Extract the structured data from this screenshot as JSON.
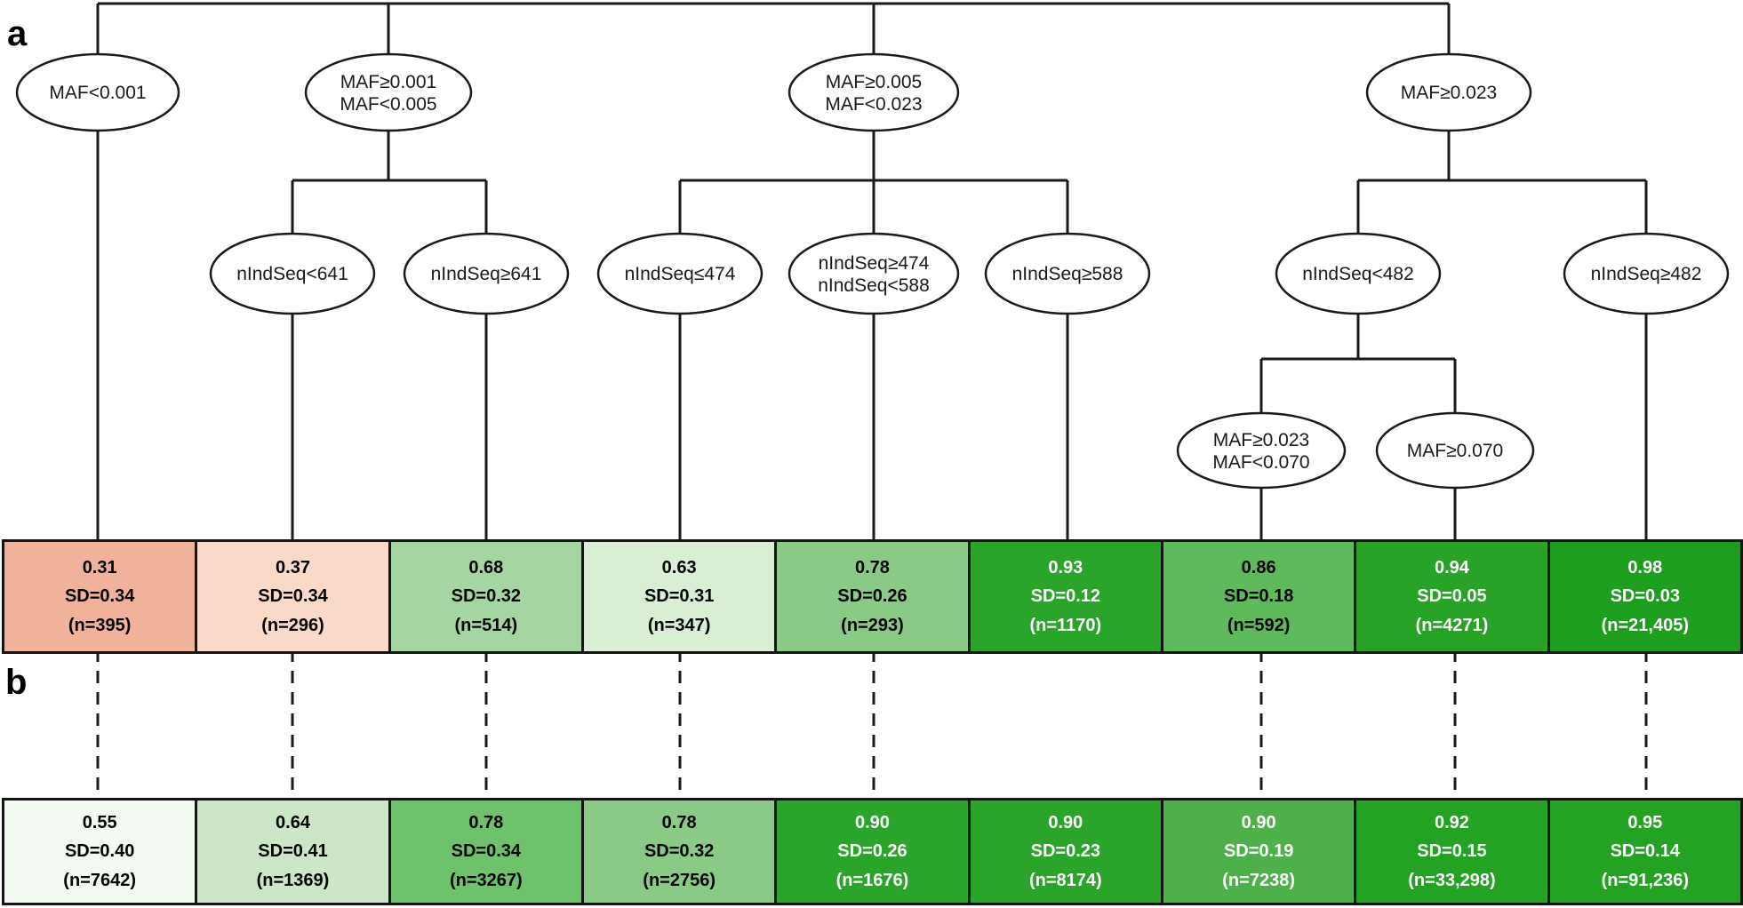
{
  "figure": {
    "panel_a_label": "a",
    "panel_b_label": "b"
  },
  "colors": {
    "line": "#1a1a1a",
    "box_border": "#151515",
    "node_fill": "#ffffff"
  },
  "tree": {
    "nodes": [
      {
        "id": "maf-lt-001",
        "line1": "MAF<0.001",
        "line2": ""
      },
      {
        "id": "maf-001-005",
        "line1": "MAF≥0.001",
        "line2": "MAF<0.005"
      },
      {
        "id": "maf-005-023",
        "line1": "MAF≥0.005",
        "line2": "MAF<0.023"
      },
      {
        "id": "maf-ge-023",
        "line1": "MAF≥0.023",
        "line2": ""
      },
      {
        "id": "nindseq-lt-641",
        "line1": "nIndSeq<641",
        "line2": ""
      },
      {
        "id": "nindseq-ge-641",
        "line1": "nIndSeq≥641",
        "line2": ""
      },
      {
        "id": "nindseq-le-474",
        "line1": "nIndSeq≤474",
        "line2": ""
      },
      {
        "id": "nindseq-474-588",
        "line1": "nIndSeq≥474",
        "line2": "nIndSeq<588"
      },
      {
        "id": "nindseq-ge-588",
        "line1": "nIndSeq≥588",
        "line2": ""
      },
      {
        "id": "nindseq-lt-482",
        "line1": "nIndSeq<482",
        "line2": ""
      },
      {
        "id": "nindseq-ge-482",
        "line1": "nIndSeq≥482",
        "line2": ""
      },
      {
        "id": "maf-023-070",
        "line1": "MAF≥0.023",
        "line2": "MAF<0.070"
      },
      {
        "id": "maf-ge-070",
        "line1": "MAF≥0.070",
        "line2": ""
      }
    ]
  },
  "rows": {
    "a": {
      "boxes": [
        {
          "v": "0.31",
          "sd": "SD=0.34",
          "n": "(n=395)",
          "bg": "#f0b29a",
          "fg": "#000000"
        },
        {
          "v": "0.37",
          "sd": "SD=0.34",
          "n": "(n=296)",
          "bg": "#f9d9c8",
          "fg": "#000000"
        },
        {
          "v": "0.68",
          "sd": "SD=0.32",
          "n": "(n=514)",
          "bg": "#a5d5a3",
          "fg": "#000000"
        },
        {
          "v": "0.63",
          "sd": "SD=0.31",
          "n": "(n=347)",
          "bg": "#d9eed5",
          "fg": "#000000"
        },
        {
          "v": "0.78",
          "sd": "SD=0.26",
          "n": "(n=293)",
          "bg": "#8aca86",
          "fg": "#000000"
        },
        {
          "v": "0.93",
          "sd": "SD=0.12",
          "n": "(n=1170)",
          "bg": "#2aa42a",
          "fg": "#ffffff"
        },
        {
          "v": "0.86",
          "sd": "SD=0.18",
          "n": "(n=592)",
          "bg": "#5eba5b",
          "fg": "#000000"
        },
        {
          "v": "0.94",
          "sd": "SD=0.05",
          "n": "(n=4271)",
          "bg": "#28a328",
          "fg": "#ffffff"
        },
        {
          "v": "0.98",
          "sd": "SD=0.03",
          "n": "(n=21,405)",
          "bg": "#1d9e1e",
          "fg": "#ffffff"
        }
      ]
    },
    "b": {
      "boxes": [
        {
          "v": "0.55",
          "sd": "SD=0.40",
          "n": "(n=7642)",
          "bg": "#f3faf1",
          "fg": "#000000"
        },
        {
          "v": "0.64",
          "sd": "SD=0.41",
          "n": "(n=1369)",
          "bg": "#cce6c7",
          "fg": "#000000"
        },
        {
          "v": "0.78",
          "sd": "SD=0.34",
          "n": "(n=3267)",
          "bg": "#6ec26b",
          "fg": "#000000"
        },
        {
          "v": "0.78",
          "sd": "SD=0.32",
          "n": "(n=2756)",
          "bg": "#8aca86",
          "fg": "#000000"
        },
        {
          "v": "0.90",
          "sd": "SD=0.26",
          "n": "(n=1676)",
          "bg": "#2aa42a",
          "fg": "#ffffff"
        },
        {
          "v": "0.90",
          "sd": "SD=0.23",
          "n": "(n=8174)",
          "bg": "#2aa42a",
          "fg": "#ffffff"
        },
        {
          "v": "0.90",
          "sd": "SD=0.19",
          "n": "(n=7238)",
          "bg": "#4db04b",
          "fg": "#ffffff"
        },
        {
          "v": "0.92",
          "sd": "SD=0.15",
          "n": "(n=33,298)",
          "bg": "#23a223",
          "fg": "#ffffff"
        },
        {
          "v": "0.95",
          "sd": "SD=0.14",
          "n": "(n=91,236)",
          "bg": "#23a223",
          "fg": "#ffffff"
        }
      ]
    }
  }
}
